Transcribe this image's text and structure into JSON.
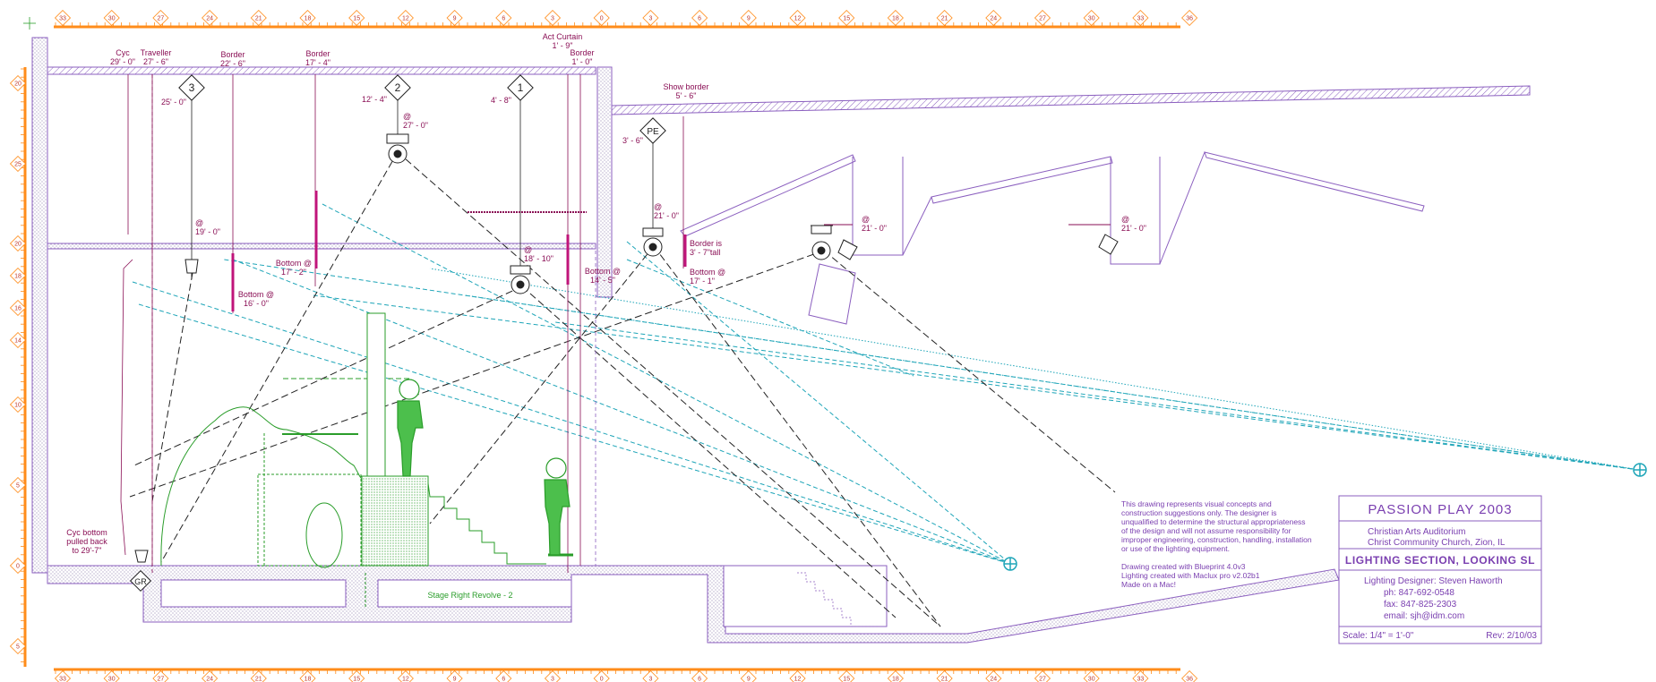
{
  "title_block": {
    "title": "PASSION PLAY   2003",
    "venue_line1": "Christian Arts Auditorium",
    "venue_line2": "Christ Community Church, Zion, IL",
    "drawing_name": "LIGHTING SECTION, LOOKING SL",
    "designer": "Lighting Designer:  Steven Haworth",
    "phone": "ph:     847-692-0548",
    "fax": "fax:    847-825-2303",
    "email": "email:  sjh@idm.com",
    "scale": "Scale:  1/4\" = 1'-0\"",
    "revision": "Rev:  2/10/03"
  },
  "disclaimer": [
    "This drawing represents visual concepts and",
    "construction suggestions only.  The designer is",
    "unqualified to determine the structural appropriateness",
    "of the design and will not assume responsibility for",
    "improper engineering, construction, handling, installation",
    "or use of the lighting equipment."
  ],
  "credits": [
    "Drawing created with  Blueprint 4.0v3",
    "Lighting created with Maclux pro v2.02b1",
    "Made on a Mac!"
  ],
  "labels": {
    "cyc": [
      "Cyc",
      "29' - 0\""
    ],
    "traveller": [
      "Traveller",
      "27' - 6\""
    ],
    "border1": [
      "Border",
      "22' - 6\""
    ],
    "border2": [
      "Border",
      "17' - 4\""
    ],
    "act_curtain": [
      "Act Curtain",
      "1' - 9\""
    ],
    "border3": [
      "Border",
      "1' - 0\""
    ],
    "show_border": [
      "Show border",
      "5' - 6\""
    ],
    "pipe3_dist": "25' - 0\"",
    "pipe2_dist": "12' - 4\"",
    "pipe1_dist": "4' - 8\"",
    "pe_dist": "3' - 6\"",
    "at_27": [
      "@",
      "27' - 0\""
    ],
    "at_19": [
      "@",
      "19' - 0\""
    ],
    "at_18_10": [
      "@",
      "18' - 10\""
    ],
    "at_21_pe": [
      "@",
      "21' - 0\""
    ],
    "at_21_a": [
      "@",
      "21' - 0\""
    ],
    "at_21_b": [
      "@",
      "21' - 0\""
    ],
    "bottom_17_2": [
      "Bottom @",
      "17' - 2\""
    ],
    "bottom_16": [
      "Bottom @",
      "16' - 0\""
    ],
    "bottom_14_5": [
      "Bottom @",
      "14' - 5\""
    ],
    "border_tall": [
      "Border is",
      "3' - 7\"tall"
    ],
    "bottom_17_1": [
      "Bottom @",
      "17' - 1\""
    ],
    "cyc_bottom": [
      "Cyc bottom",
      "pulled back",
      "to 29'-7\""
    ],
    "revolve": "Stage Right Revolve - 2"
  },
  "pipe_numbers": {
    "p3": "3",
    "p2": "2",
    "p1": "1",
    "pe": "PE",
    "gr": "GR"
  },
  "rulers": {
    "horizontal": [
      "33",
      "30",
      "27",
      "24",
      "21",
      "18",
      "15",
      "12",
      "9",
      "6",
      "3",
      "0",
      "3",
      "6",
      "9",
      "12",
      "15",
      "18",
      "21",
      "24",
      "27",
      "30",
      "33",
      "36"
    ],
    "vertical": [
      "20",
      "25",
      "20",
      "18",
      "16",
      "14",
      "10",
      "5",
      "0",
      "5"
    ]
  },
  "colors": {
    "outline": "#8b5fbf",
    "label": "#8a0f55",
    "ruler": "#ff8c1a",
    "scenery": "#2a9d2a",
    "cyan_beam": "#1ea5b8",
    "black_beam": "#222222"
  }
}
